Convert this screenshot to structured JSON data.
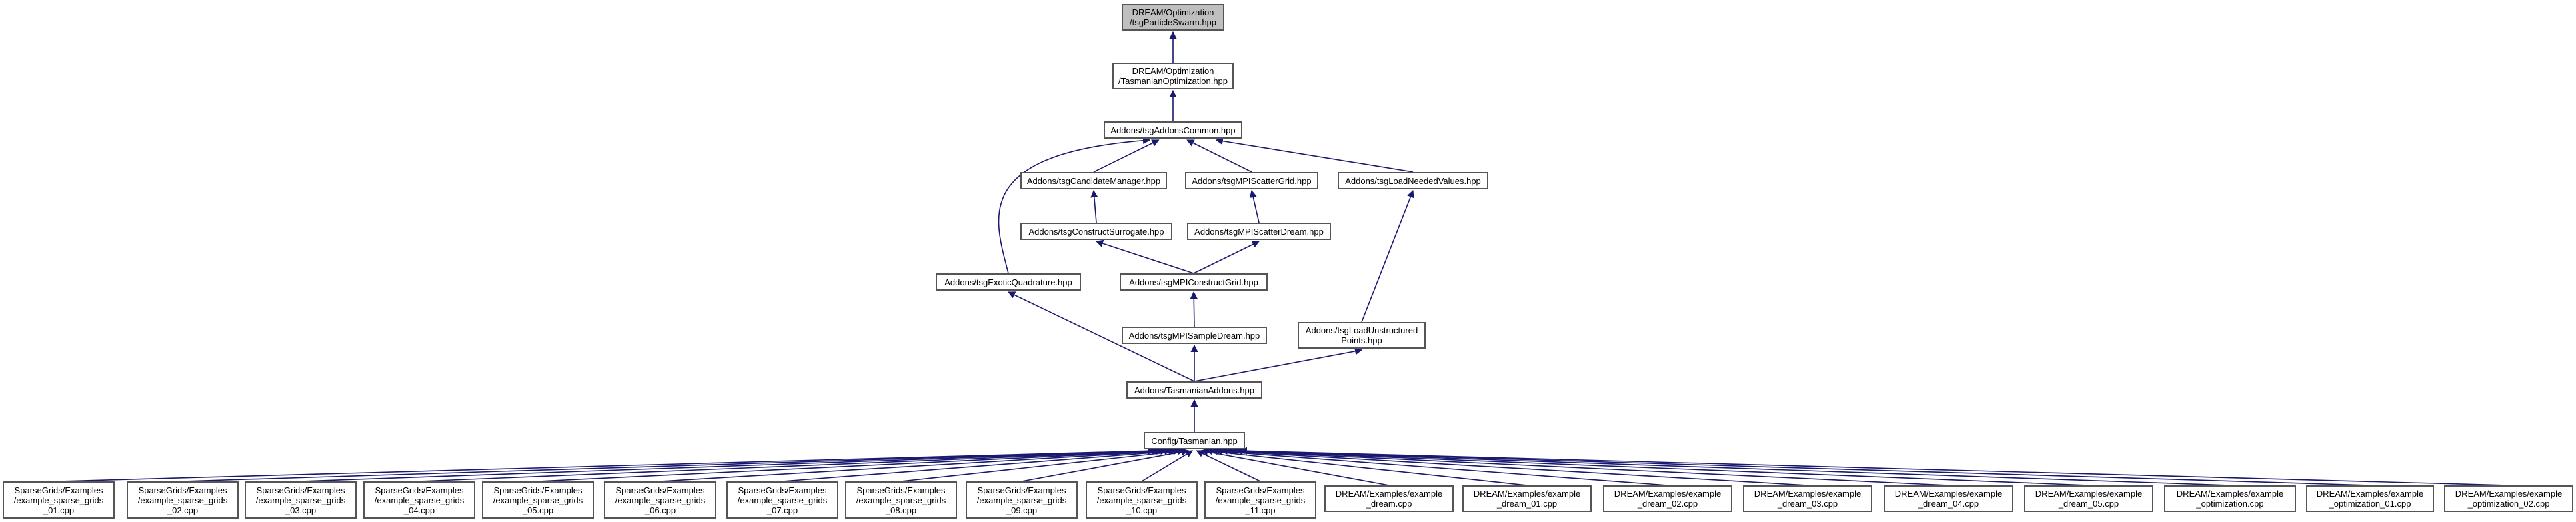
{
  "colors": {
    "edge": "#191970",
    "node_border": "#555555",
    "root_fill": "#bfbfbf"
  },
  "nodes": {
    "n1": {
      "label": "DREAM/Optimization\n/tsgParticleSwarm.hpp"
    },
    "n2": {
      "label": "DREAM/Optimization\n/TasmanianOptimization.hpp"
    },
    "n3": {
      "label": "Addons/tsgAddonsCommon.hpp"
    },
    "n4": {
      "label": "Addons/tsgCandidateManager.hpp"
    },
    "n5": {
      "label": "Addons/tsgMPIScatterGrid.hpp"
    },
    "n6": {
      "label": "Addons/tsgLoadNeededValues.hpp"
    },
    "n7": {
      "label": "Addons/tsgConstructSurrogate.hpp"
    },
    "n8": {
      "label": "Addons/tsgMPIScatterDream.hpp"
    },
    "n9": {
      "label": "Addons/tsgExoticQuadrature.hpp"
    },
    "n10": {
      "label": "Addons/tsgMPIConstructGrid.hpp"
    },
    "n11": {
      "label": "Addons/tsgMPISampleDream.hpp"
    },
    "n12": {
      "label": "Addons/tsgLoadUnstructured\nPoints.hpp"
    },
    "n13": {
      "label": "Addons/TasmanianAddons.hpp"
    },
    "n14": {
      "label": "Config/Tasmanian.hpp"
    },
    "b1": {
      "label": "SparseGrids/Examples\n/example_sparse_grids\n_01.cpp"
    },
    "b2": {
      "label": "SparseGrids/Examples\n/example_sparse_grids\n_02.cpp"
    },
    "b3": {
      "label": "SparseGrids/Examples\n/example_sparse_grids\n_03.cpp"
    },
    "b4": {
      "label": "SparseGrids/Examples\n/example_sparse_grids\n_04.cpp"
    },
    "b5": {
      "label": "SparseGrids/Examples\n/example_sparse_grids\n_05.cpp"
    },
    "b6": {
      "label": "SparseGrids/Examples\n/example_sparse_grids\n_06.cpp"
    },
    "b7": {
      "label": "SparseGrids/Examples\n/example_sparse_grids\n_07.cpp"
    },
    "b8": {
      "label": "SparseGrids/Examples\n/example_sparse_grids\n_08.cpp"
    },
    "b9": {
      "label": "SparseGrids/Examples\n/example_sparse_grids\n_09.cpp"
    },
    "b10": {
      "label": "SparseGrids/Examples\n/example_sparse_grids\n_10.cpp"
    },
    "b11": {
      "label": "SparseGrids/Examples\n/example_sparse_grids\n_11.cpp"
    },
    "b12": {
      "label": "DREAM/Examples/example\n_dream.cpp"
    },
    "b13": {
      "label": "DREAM/Examples/example\n_dream_01.cpp"
    },
    "b14": {
      "label": "DREAM/Examples/example\n_dream_02.cpp"
    },
    "b15": {
      "label": "DREAM/Examples/example\n_dream_03.cpp"
    },
    "b16": {
      "label": "DREAM/Examples/example\n_dream_04.cpp"
    },
    "b17": {
      "label": "DREAM/Examples/example\n_dream_05.cpp"
    },
    "b18": {
      "label": "DREAM/Examples/example\n_optimization.cpp"
    },
    "b19": {
      "label": "DREAM/Examples/example\n_optimization_01.cpp"
    },
    "b20": {
      "label": "DREAM/Examples/example\n_optimization_02.cpp"
    }
  },
  "edges": [
    [
      "n2",
      "n1"
    ],
    [
      "n3",
      "n2"
    ],
    [
      "n4",
      "n3"
    ],
    [
      "n5",
      "n3"
    ],
    [
      "n6",
      "n3"
    ],
    [
      "n9",
      "n3"
    ],
    [
      "n7",
      "n4"
    ],
    [
      "n8",
      "n5"
    ],
    [
      "n10",
      "n7"
    ],
    [
      "n10",
      "n8"
    ],
    [
      "n11",
      "n10"
    ],
    [
      "n12",
      "n6"
    ],
    [
      "n13",
      "n9"
    ],
    [
      "n13",
      "n11"
    ],
    [
      "n13",
      "n12"
    ],
    [
      "n14",
      "n13"
    ],
    [
      "b1",
      "n14"
    ],
    [
      "b2",
      "n14"
    ],
    [
      "b3",
      "n14"
    ],
    [
      "b4",
      "n14"
    ],
    [
      "b5",
      "n14"
    ],
    [
      "b6",
      "n14"
    ],
    [
      "b7",
      "n14"
    ],
    [
      "b8",
      "n14"
    ],
    [
      "b9",
      "n14"
    ],
    [
      "b10",
      "n14"
    ],
    [
      "b11",
      "n14"
    ],
    [
      "b12",
      "n14"
    ],
    [
      "b13",
      "n14"
    ],
    [
      "b14",
      "n14"
    ],
    [
      "b15",
      "n14"
    ],
    [
      "b16",
      "n14"
    ],
    [
      "b17",
      "n14"
    ],
    [
      "b18",
      "n14"
    ],
    [
      "b19",
      "n14"
    ],
    [
      "b20",
      "n14"
    ]
  ]
}
